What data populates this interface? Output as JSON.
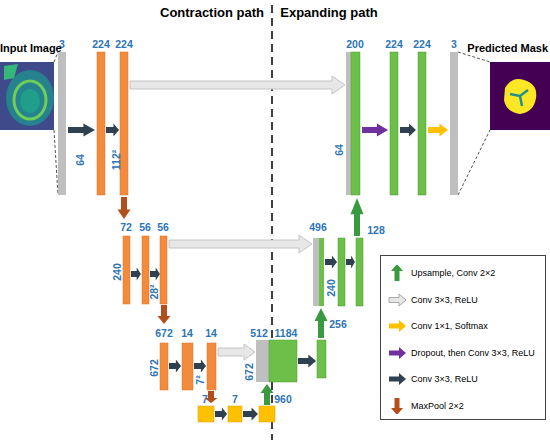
{
  "diagram": {
    "nodes": [
      {
        "text": [
          "Input Image"
        ]
      },
      {
        "text": [
          "Predicted Mask"
        ]
      }
    ],
    "labels": [
      "Contraction path",
      "Expanding path",
      "3",
      "224",
      "224",
      "200",
      "224",
      "224",
      "3",
      "64",
      "112²",
      "64",
      "72",
      "56",
      "56",
      "496",
      "128",
      "240",
      "28²",
      "240",
      "256",
      "672",
      "14",
      "14",
      "512",
      "1184",
      "672",
      "7²",
      "672",
      "7",
      "7",
      "960"
    ],
    "legend": [
      {
        "text": "Upsample, Conv 2×2"
      },
      {
        "text": "Conv 3×3, ReLU"
      },
      {
        "text": "Conv 1×1, Softmax"
      },
      {
        "text": "Dropout, then Conv 3×3, ReLU"
      },
      {
        "text": "Conv 3×3, ReLU"
      },
      {
        "text": "MaxPool 2×2"
      }
    ]
  }
}
